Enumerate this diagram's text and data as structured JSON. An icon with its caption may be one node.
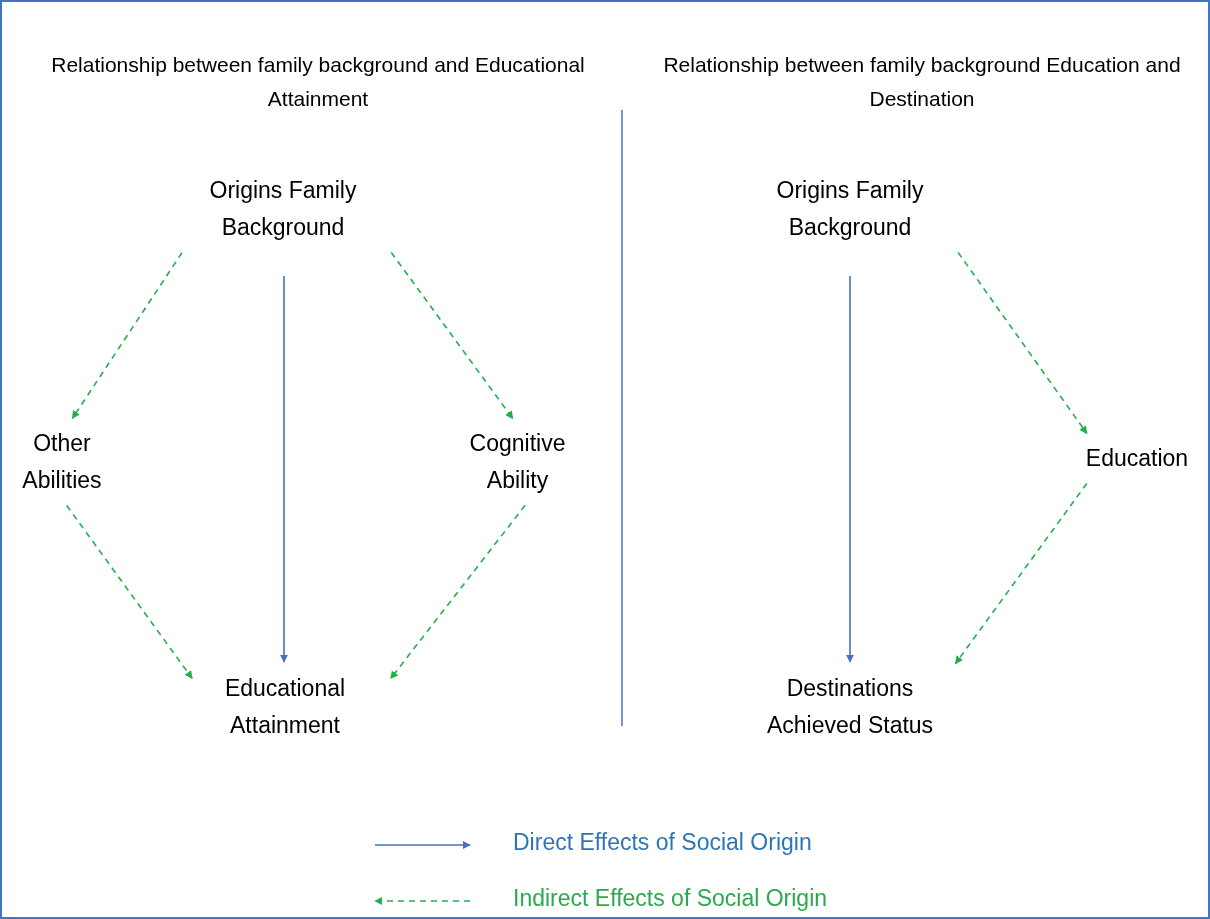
{
  "diagram": {
    "nodes": [
      {
        "text": [
          "Origins Family Background"
        ]
      },
      {
        "text": [
          "Other Abilities"
        ]
      },
      {
        "text": [
          "Cognitive Ability"
        ]
      },
      {
        "text": [
          "Educational Attainment"
        ]
      },
      {
        "text": [
          "Origins Family Background"
        ]
      },
      {
        "text": [
          "Education"
        ]
      },
      {
        "text": [
          "Destinations Achieved Status"
        ]
      }
    ],
    "edges": [
      {
        "from": 0,
        "to": 1,
        "arrow": "to",
        "style": "dashed"
      },
      {
        "from": 0,
        "to": 3,
        "arrow": "to",
        "color": "#4472c4"
      },
      {
        "from": 0,
        "to": 2,
        "arrow": "to",
        "style": "dashed"
      },
      {
        "from": 1,
        "to": 3,
        "arrow": "to",
        "style": "dashed"
      },
      {
        "from": 2,
        "to": 3,
        "arrow": "to",
        "style": "dashed"
      },
      {
        "from": 4,
        "to": 6,
        "arrow": "to",
        "color": "#4472c4"
      },
      {
        "from": 4,
        "to": 5,
        "arrow": "to",
        "style": "dashed"
      },
      {
        "from": 5,
        "to": 6,
        "arrow": "to",
        "style": "dashed"
      }
    ],
    "labels": [
      "Relationship between family background and Educational Attainment",
      "Relationship between family background Education and Destination"
    ],
    "legend": [
      {
        "text": "Direct Effects of Social Origin"
      },
      {
        "text": "Indirect Effects of Social Origin"
      }
    ]
  }
}
